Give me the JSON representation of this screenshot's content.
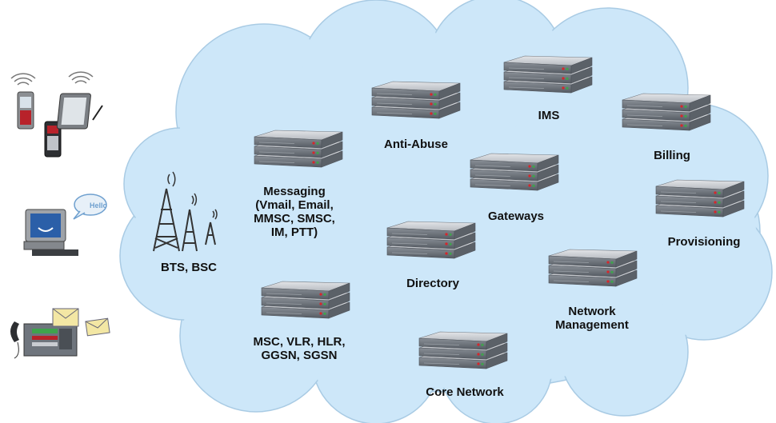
{
  "nodes": {
    "anti_abuse": "Anti-Abuse",
    "ims": "IMS",
    "billing": "Billing",
    "messaging": "Messaging\n(Vmail, Email,\nMMSC, SMSC,\nIM, PTT)",
    "gateways": "Gateways",
    "provisioning": "Provisioning",
    "bts_bsc": "BTS, BSC",
    "directory": "Directory",
    "network_management": "Network\nManagement",
    "msc": "MSC, VLR, HLR,\nGGSN, SGSN",
    "core_network": "Core Network"
  },
  "speech_bubble": "Hello",
  "colors": {
    "cloud_fill": "#cde7f9",
    "cloud_stroke": "#9fc3df",
    "server_top": "#c9ccd1",
    "server_front": "#6f757d",
    "led_red": "#d7262b",
    "led_green": "#3fa34d"
  }
}
